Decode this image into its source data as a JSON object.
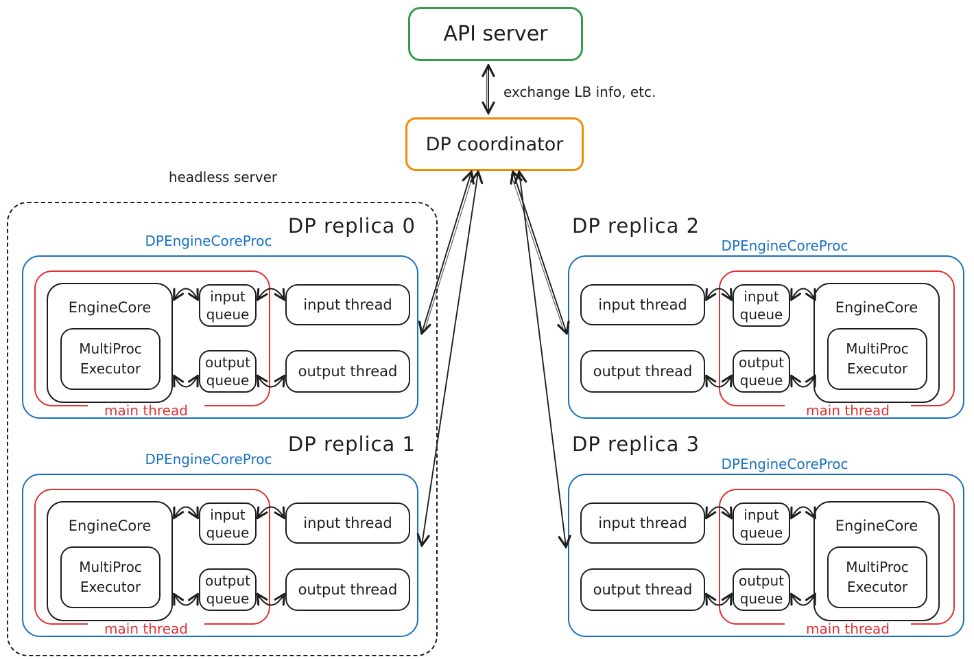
{
  "nodes": {
    "api_server": "API server",
    "dp_coordinator": "DP coordinator"
  },
  "annotations": {
    "exchange_info": "exchange LB info, etc.",
    "headless_server": "headless server"
  },
  "labels": {
    "proc": "DPEngineCoreProc",
    "main_thread": "main thread",
    "engine_core": "EngineCore",
    "executor": "MultiProc\nExecutor",
    "input_queue": "input\nqueue",
    "output_queue": "output\nqueue",
    "input_thread": "input thread",
    "output_thread": "output thread"
  },
  "replicas": [
    {
      "title": "DP replica 0"
    },
    {
      "title": "DP replica 1"
    },
    {
      "title": "DP replica 2"
    },
    {
      "title": "DP replica 3"
    }
  ],
  "colors": {
    "ink": "#1e1e1e",
    "blue": "#1971c2",
    "red": "#e03131",
    "green": "#2f9e44",
    "orange": "#f08c00",
    "background": "#ffffff"
  }
}
